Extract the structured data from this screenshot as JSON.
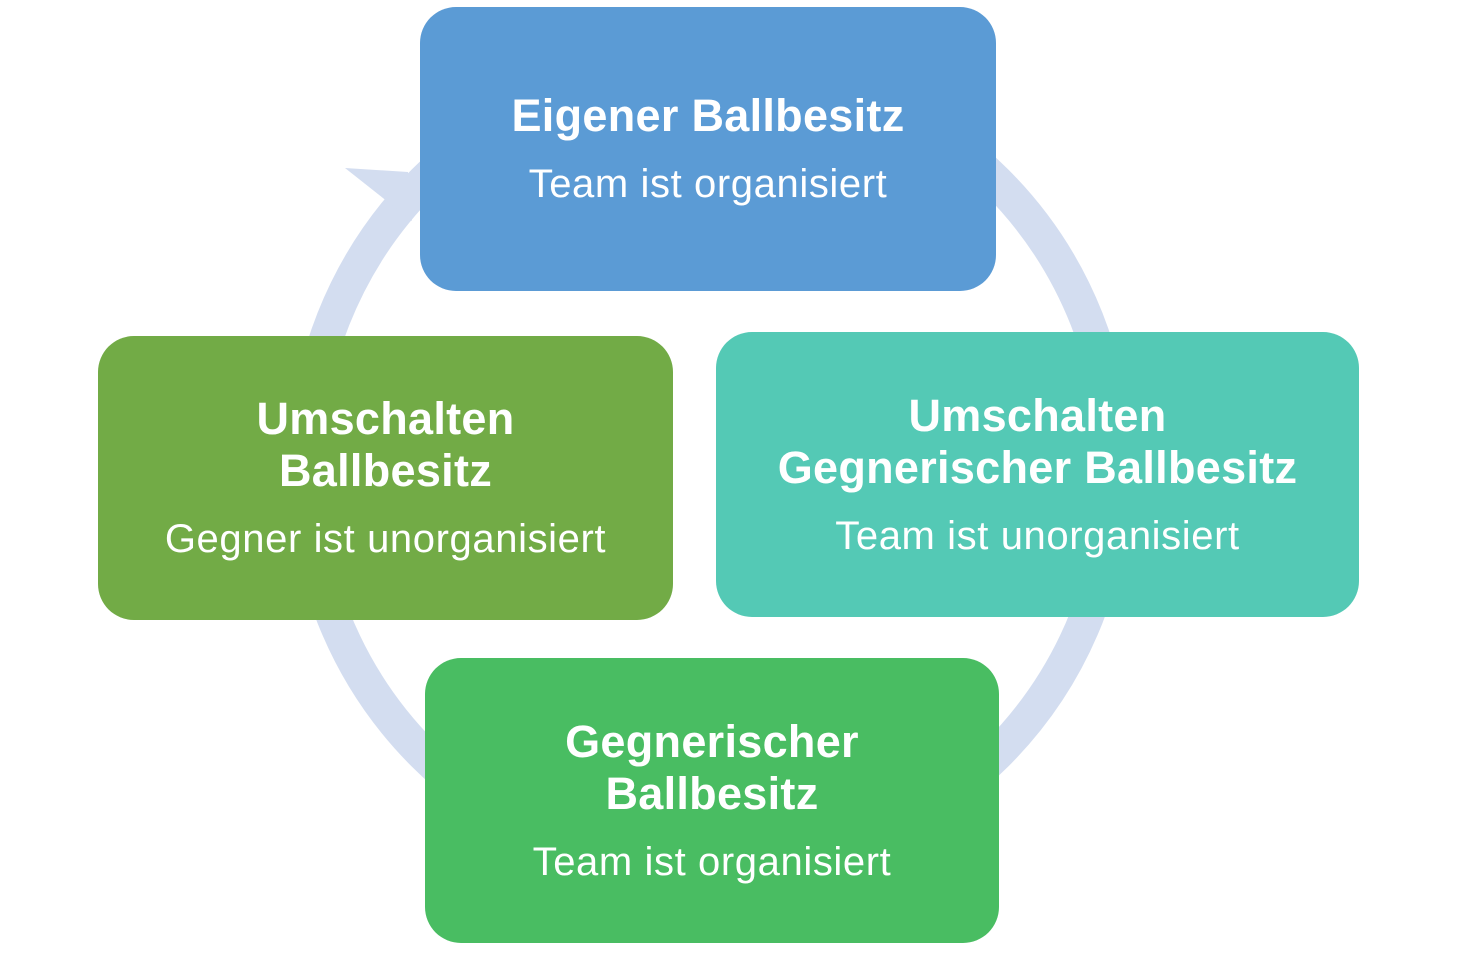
{
  "colors": {
    "ring": "#d3ddf0",
    "eigener": "#5b9bd5",
    "umschalten_gegner": "#54c9b5",
    "gegnerischer": "#49bd62",
    "umschalten_ball": "#72ab46",
    "text": "#ffffff"
  },
  "boxes": {
    "top": {
      "title_lines": [
        "Eigener Ballbesitz"
      ],
      "subtitle": "Team ist organisiert"
    },
    "right": {
      "title_lines": [
        "Umschalten",
        "Gegnerischer Ballbesitz"
      ],
      "subtitle": "Team ist unorganisiert"
    },
    "bottom": {
      "title_lines": [
        "Gegnerischer",
        "Ballbesitz"
      ],
      "subtitle": "Team ist organisiert"
    },
    "left": {
      "title_lines": [
        "Umschalten",
        "Ballbesitz"
      ],
      "subtitle": "Gegner ist unorganisiert"
    }
  }
}
